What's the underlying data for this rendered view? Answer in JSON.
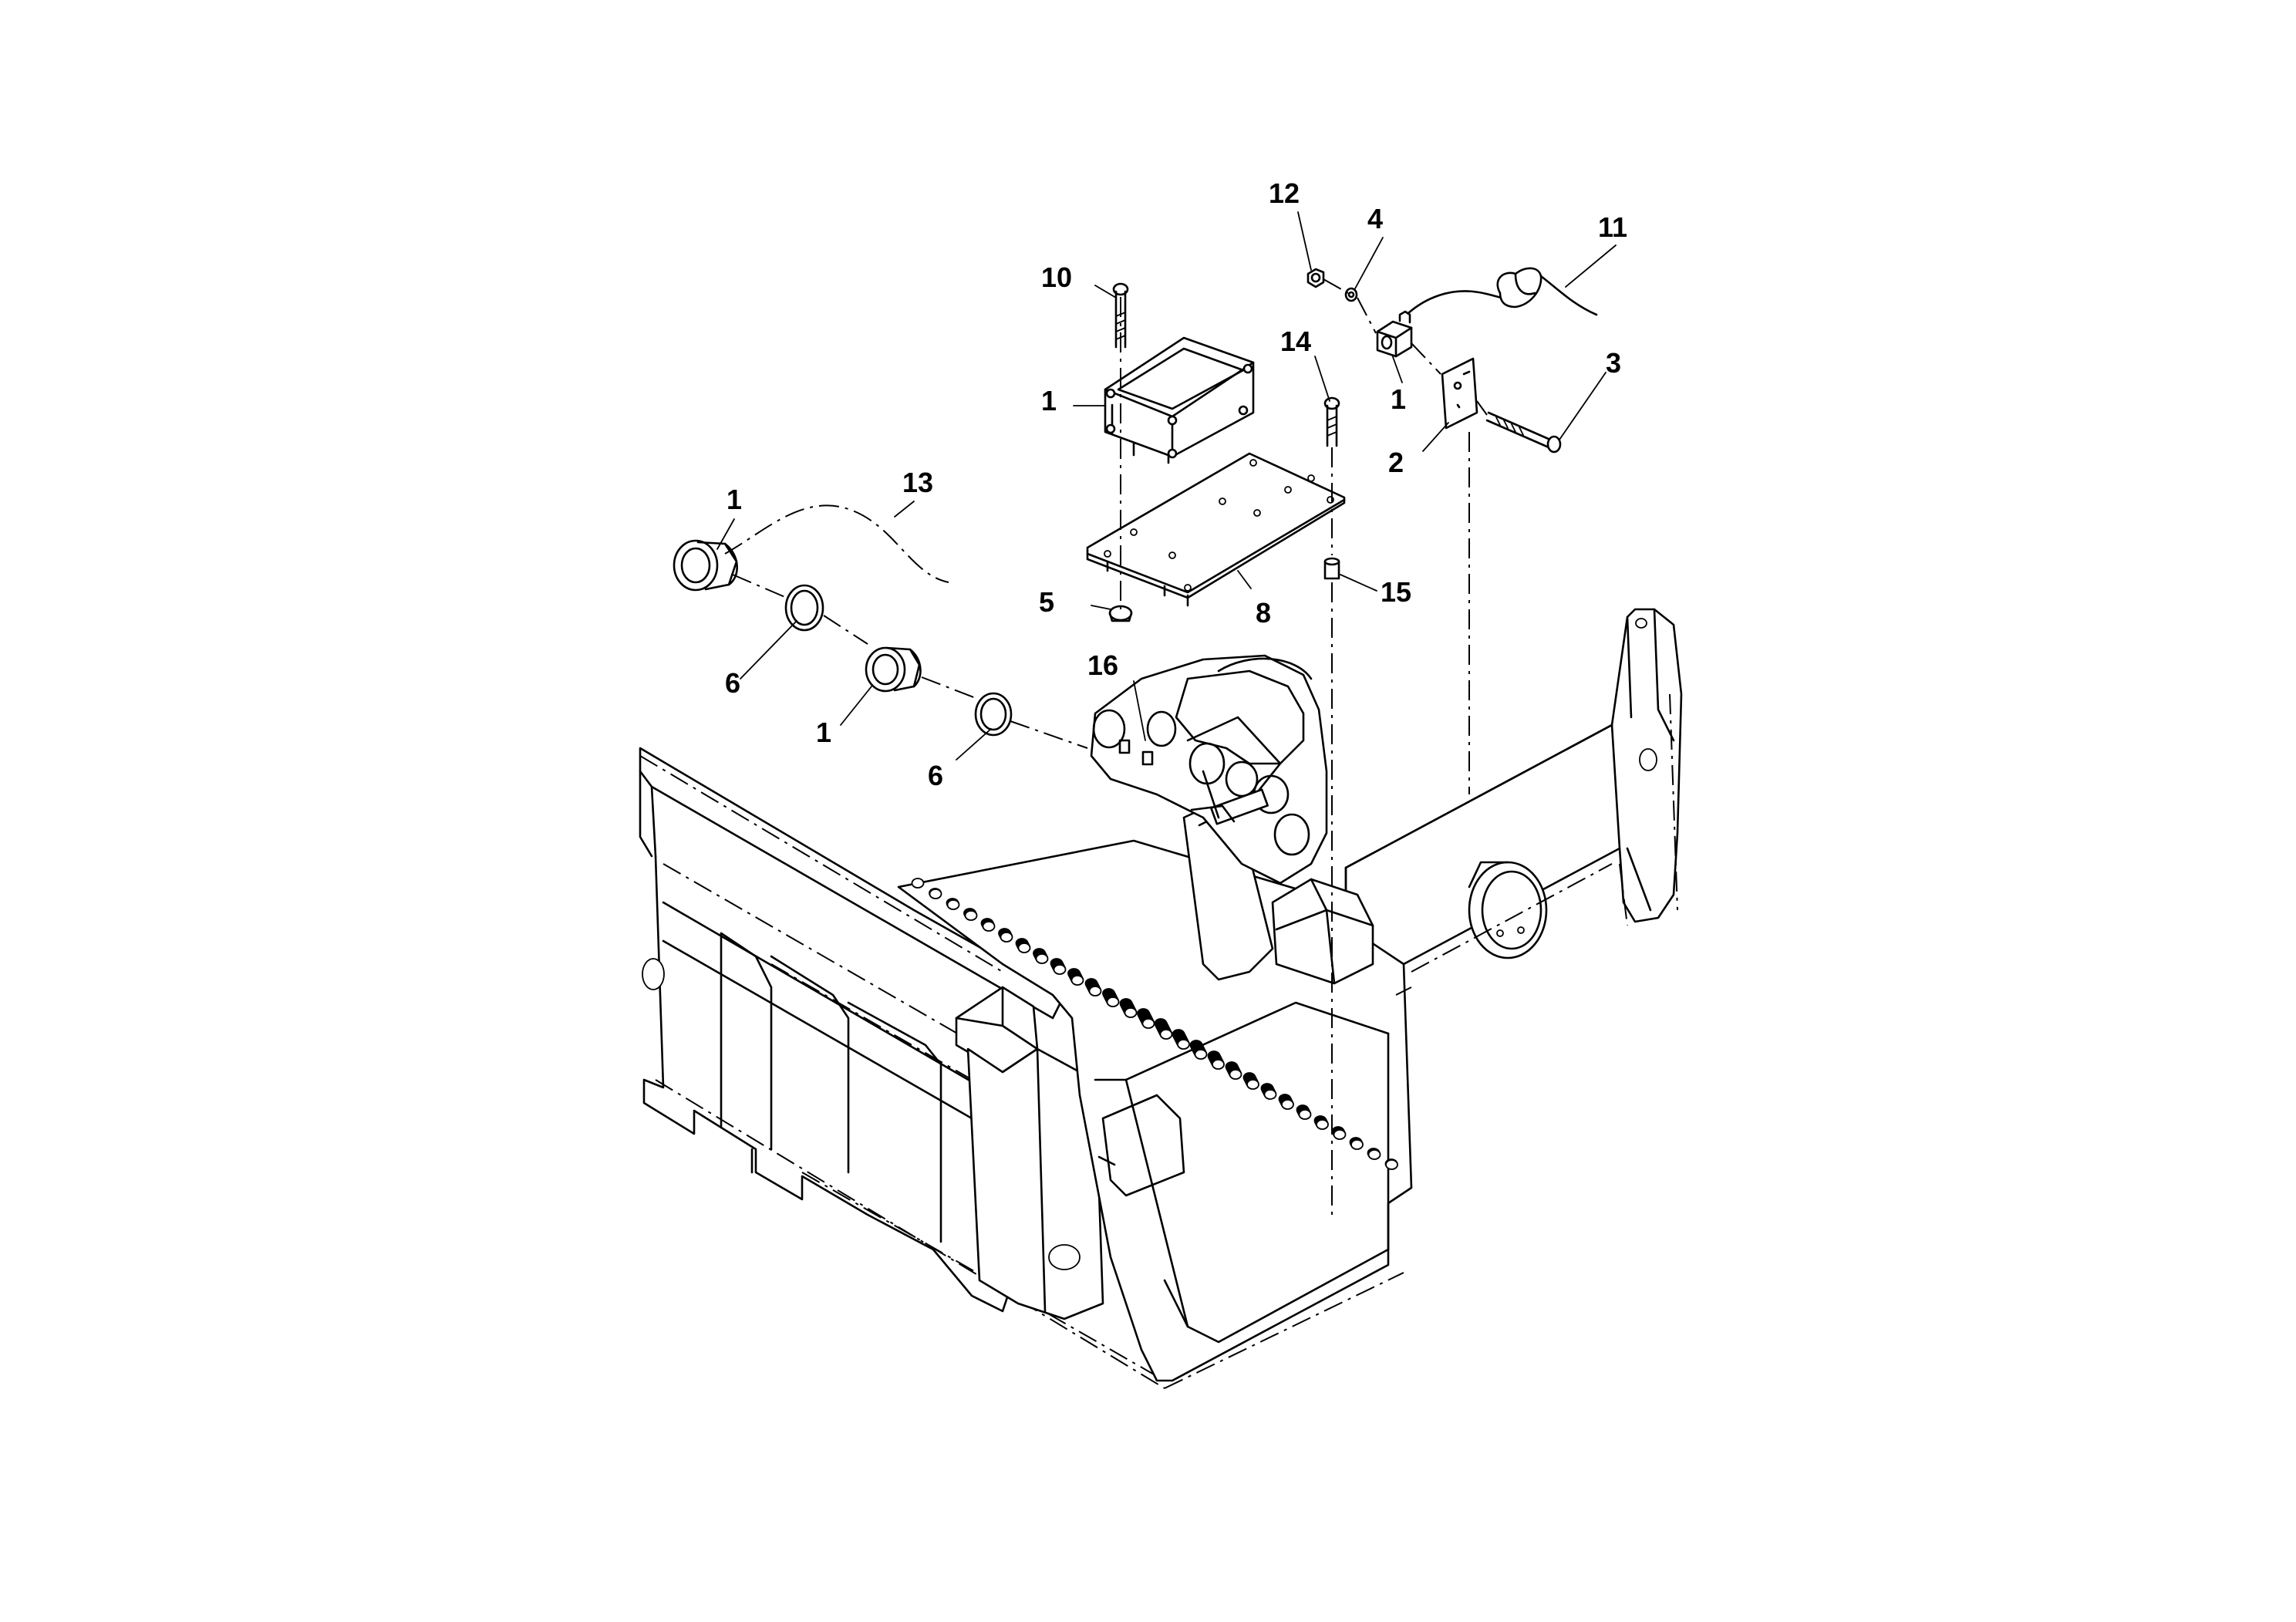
{
  "diagram": {
    "callouts": [
      {
        "id": "c12",
        "text": "12"
      },
      {
        "id": "c4",
        "text": "4"
      },
      {
        "id": "c11",
        "text": "11"
      },
      {
        "id": "c10",
        "text": "10"
      },
      {
        "id": "c14",
        "text": "14"
      },
      {
        "id": "c3",
        "text": "3"
      },
      {
        "id": "c1a",
        "text": "1"
      },
      {
        "id": "c1b",
        "text": "1"
      },
      {
        "id": "c2",
        "text": "2"
      },
      {
        "id": "c13",
        "text": "13"
      },
      {
        "id": "c1c",
        "text": "1"
      },
      {
        "id": "c5",
        "text": "5"
      },
      {
        "id": "c8",
        "text": "8"
      },
      {
        "id": "c15",
        "text": "15"
      },
      {
        "id": "c16",
        "text": "16"
      },
      {
        "id": "c6a",
        "text": "6"
      },
      {
        "id": "c1d",
        "text": "1"
      },
      {
        "id": "c6b",
        "text": "6"
      }
    ]
  }
}
